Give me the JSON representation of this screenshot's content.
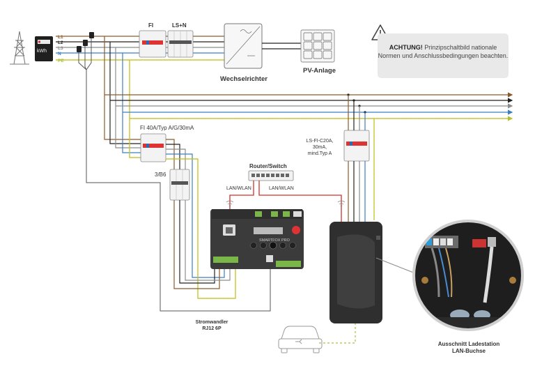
{
  "grid": {
    "phases": [
      "L1",
      "L2",
      "L3",
      "N",
      "PE"
    ],
    "meter_unit": "kWh"
  },
  "labels": {
    "fi_main": "FI",
    "ls_n": "LS+N",
    "inverter": "Wechselrichter",
    "pv": "PV-Anlage",
    "fi_sub": "FI 40A/Typ A/G/30mA",
    "breaker_b6": "3/B6",
    "router": "Router/Switch",
    "lan_left": "LAN/WLAN",
    "lan_right": "LAN/WLAN",
    "ls_fi_line1": "LS-FI-C20A,",
    "ls_fi_line2": "30mA,",
    "ls_fi_line3": "mind.Typ A",
    "current_transformer_line1": "Stromwandler",
    "current_transformer_line2": "RJ12 6P",
    "detail_line1": "Ausschnitt Ladestation",
    "detail_line2": "LAN-Buchse",
    "device_brand": "SMARTFOX PRO"
  },
  "warning": {
    "heading": "ACHTUNG!",
    "body": "Prinzipschaltbild nationale Normen und Anschlussbedingungen beachten."
  },
  "colors": {
    "L1": "#8b5a2b",
    "L2": "#222222",
    "L3": "#8c8c8c",
    "N": "#3a7fc1",
    "PE": "#a8c23a",
    "PE_dash": "#e3c000",
    "lan": "#d0302a"
  }
}
